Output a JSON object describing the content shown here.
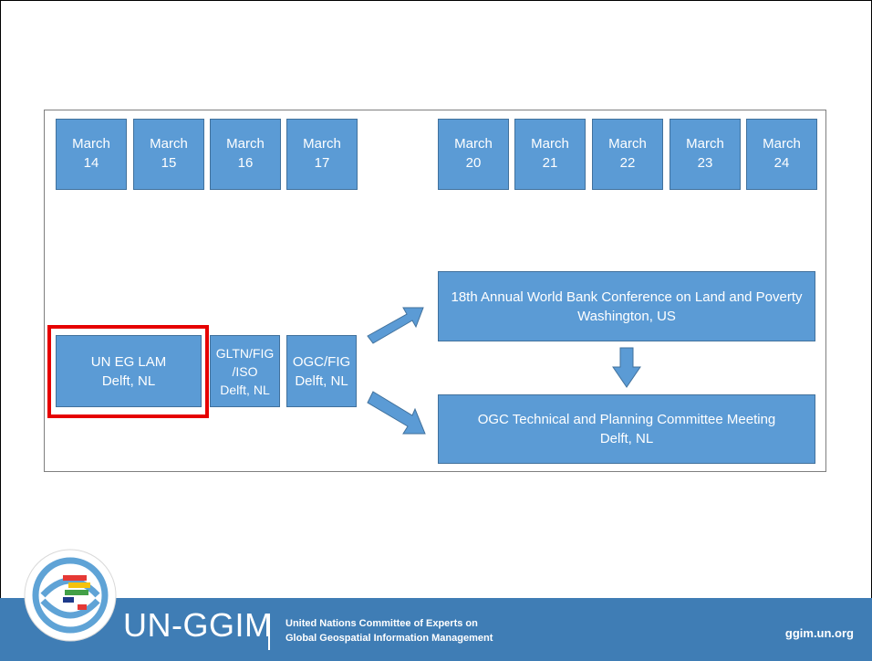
{
  "dates": [
    {
      "label": "March\n14"
    },
    {
      "label": "March\n15"
    },
    {
      "label": "March\n16"
    },
    {
      "label": "March\n17"
    },
    {
      "label": "March\n20"
    },
    {
      "label": "March\n21"
    },
    {
      "label": "March\n22"
    },
    {
      "label": "March\n23"
    },
    {
      "label": "March\n24"
    }
  ],
  "events": {
    "un_eg_lam": "UN EG LAM\nDelft, NL",
    "gltn": "GLTN/FIG\n/ISO\nDelft, NL",
    "ogc_fig": "OGC/FIG\nDelft, NL",
    "world_bank": "18th Annual World Bank Conference on Land and Poverty\nWashington, US",
    "ogc_tc": "OGC Technical and Planning Committee Meeting\nDelft, NL"
  },
  "colors": {
    "box_fill": "#5b9bd5",
    "box_border": "#41719c",
    "highlight": "#e60000",
    "footer": "#3f7db5"
  },
  "footer": {
    "brand": "UN-GGIM",
    "tagline_line1": "United Nations Committee of Experts on",
    "tagline_line2": "Global Geospatial Information Management",
    "url": "ggim.un.org"
  }
}
